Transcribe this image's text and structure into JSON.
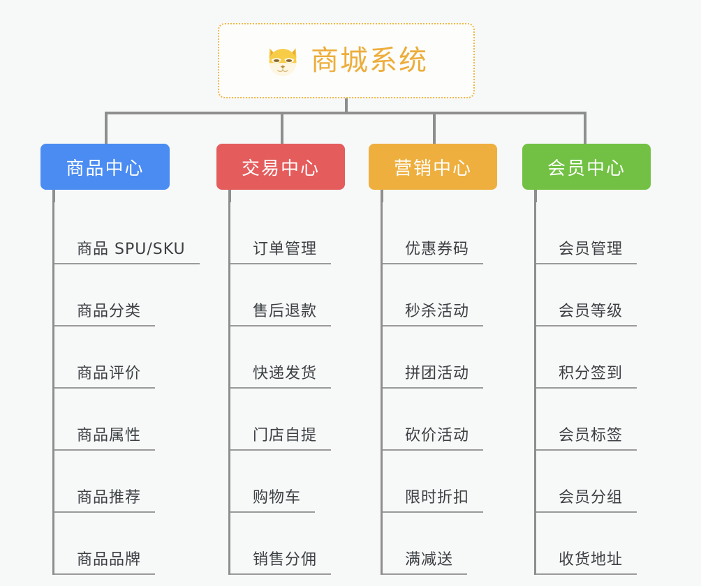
{
  "diagram": {
    "type": "mindmap-tree",
    "background_color": "#f7f8f8",
    "connector_color": "#8e8e8e",
    "root": {
      "title": "商城系统",
      "icon": "shiba-dog-face-emoji",
      "text_color": "#edad3b",
      "border_color": "#f0b849",
      "border_style": "dotted"
    },
    "branches": [
      {
        "label": "商品中心",
        "color": "#4a8cf2",
        "items": [
          "商品 SPU/SKU",
          "商品分类",
          "商品评价",
          "商品属性",
          "商品推荐",
          "商品品牌"
        ]
      },
      {
        "label": "交易中心",
        "color": "#e55c5c",
        "items": [
          "订单管理",
          "售后退款",
          "快递发货",
          "门店自提",
          "购物车",
          "销售分佣"
        ]
      },
      {
        "label": "营销中心",
        "color": "#eeaf3e",
        "items": [
          "优惠券码",
          "秒杀活动",
          "拼团活动",
          "砍价活动",
          "限时折扣",
          "满减送"
        ]
      },
      {
        "label": "会员中心",
        "color": "#72c144",
        "items": [
          "会员管理",
          "会员等级",
          "积分签到",
          "会员标签",
          "会员分组",
          "收货地址"
        ]
      }
    ]
  }
}
